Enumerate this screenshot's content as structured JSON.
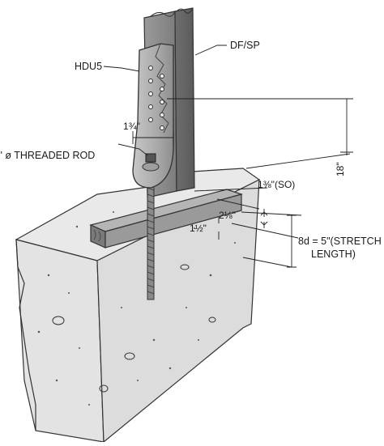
{
  "labels": {
    "wood": "DF/SP",
    "holdown": "HDU5",
    "width": "1¾\"",
    "rod": "⅝\" ø THREADED ROD",
    "so": "1⅜\"(SO)",
    "dim_a": "2⅛\"",
    "dim_b": "1½\"",
    "height": "18\"",
    "stretch_1": "8d = 5\"(STRETCH",
    "stretch_2": "LENGTH)"
  }
}
